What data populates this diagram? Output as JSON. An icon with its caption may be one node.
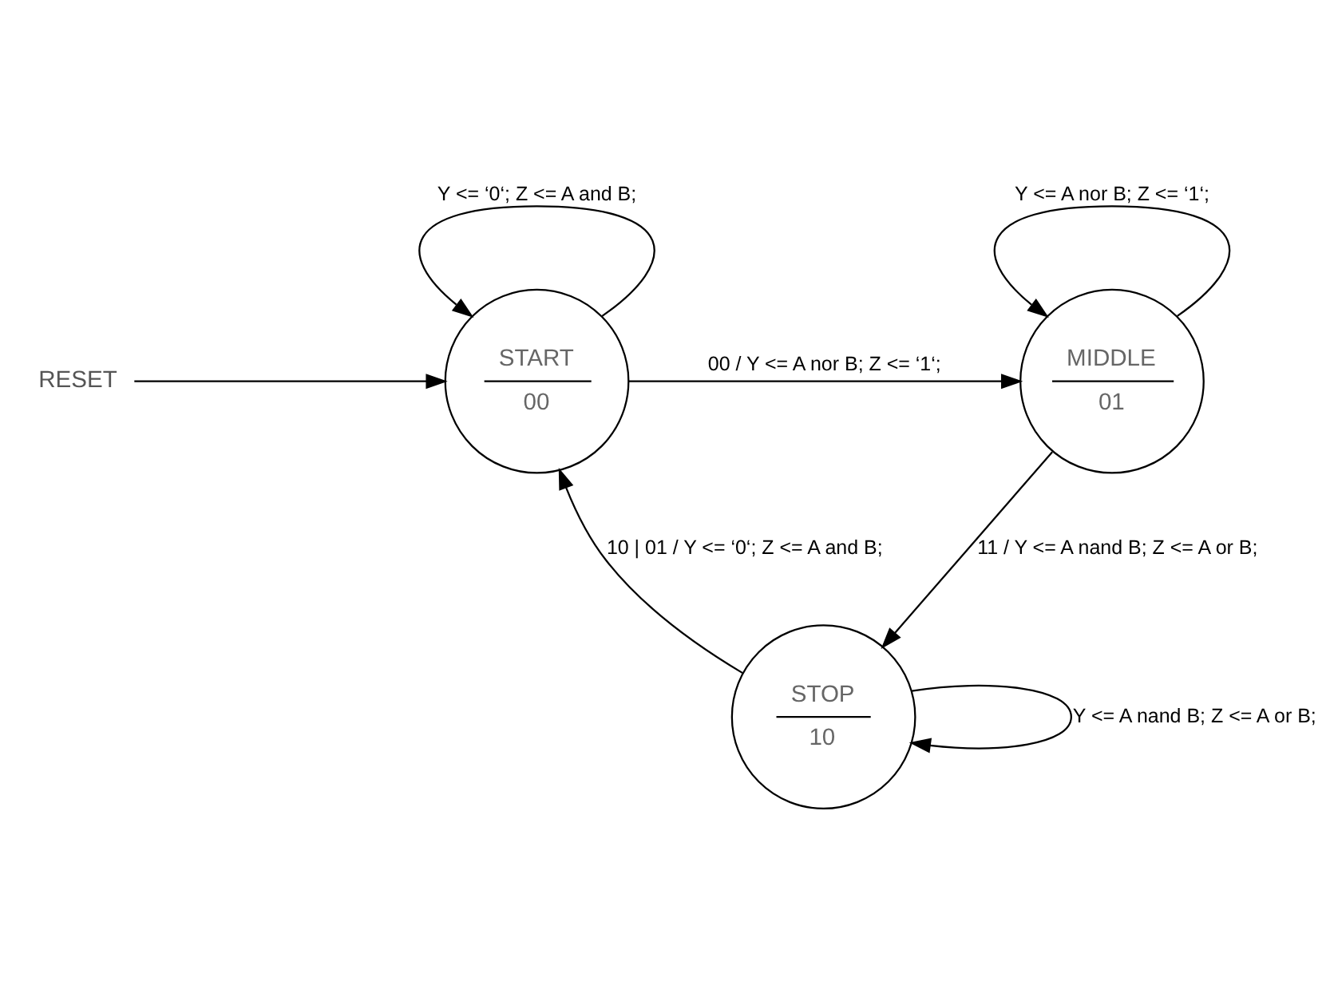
{
  "diagram": {
    "nodes": [
      {
        "text": [
          "START",
          "00"
        ]
      },
      {
        "text": [
          "MIDDLE",
          "01"
        ]
      },
      {
        "text": [
          "STOP",
          "10"
        ]
      },
      {
        "text": [
          "RESET"
        ]
      }
    ],
    "edges": [
      {
        "from": 0,
        "to": 0,
        "arrow": "to",
        "label": "Y <= ‘0‘; Z <= A and B;"
      },
      {
        "from": 0,
        "to": 1,
        "arrow": "to",
        "label": "00 / Y <= A nor B; Z <= ‘1‘;"
      },
      {
        "from": 1,
        "to": 1,
        "arrow": "to",
        "label": "Y <= A nor B; Z <= ‘1‘;"
      },
      {
        "from": 1,
        "to": 2,
        "arrow": "to",
        "label": "11 / Y <= A nand B; Z <= A or B;"
      },
      {
        "from": 2,
        "to": 0,
        "arrow": "to",
        "label": "10 | 01 / Y <= ‘0‘; Z <= A and B;"
      },
      {
        "from": 2,
        "to": 2,
        "arrow": "to",
        "label": "Y <= A nand B; Z <= A or B;"
      },
      {
        "from": 3,
        "to": 0,
        "arrow": "to"
      }
    ]
  }
}
